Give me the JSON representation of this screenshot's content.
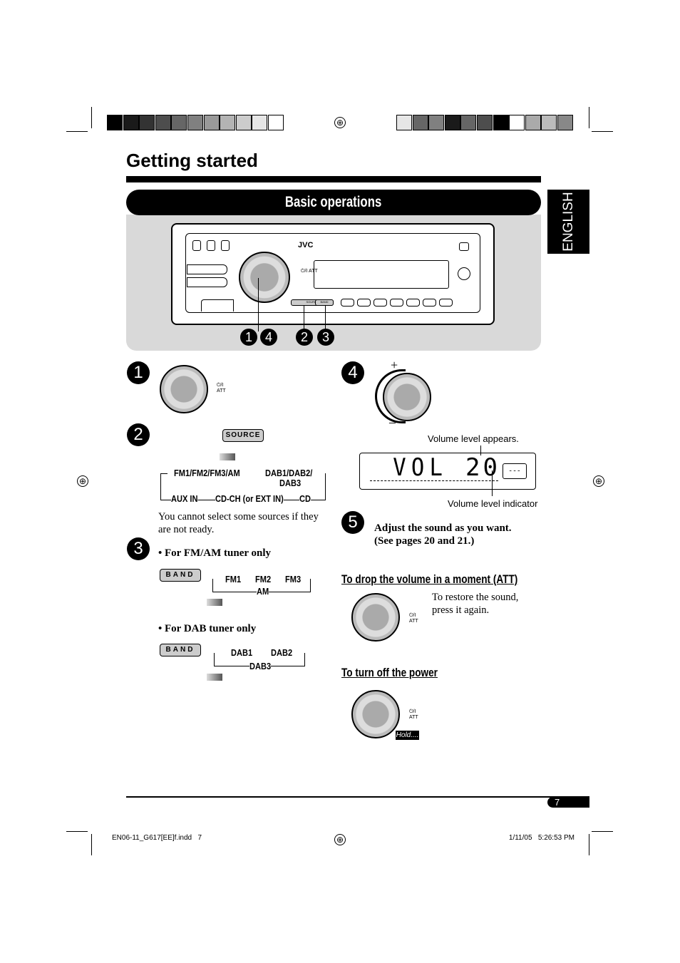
{
  "header": {
    "title": "Getting started",
    "section": "Basic operations",
    "language_tab": "ENGLISH"
  },
  "colors": {
    "swatches_left": [
      "#000000",
      "#1a1a1a",
      "#333333",
      "#4d4d4d",
      "#666666",
      "#808080",
      "#999999",
      "#b3b3b3",
      "#cccccc",
      "#e6e6e6",
      "#ffffff"
    ],
    "swatches_right": [
      "#e6e6e6",
      "#666666",
      "#808080",
      "#1a1a1a",
      "#666666",
      "#4d4d4d",
      "#000000",
      "#ffffff",
      "#aaaaaa",
      "#bbbbbb",
      "#888888"
    ],
    "panel": "#d9d9d9"
  },
  "device": {
    "brand": "JVC",
    "source_label": "SOURCE",
    "band_label": "BAND",
    "power_label": "⏻/I ATT",
    "callouts": [
      "1",
      "4",
      "2",
      "3"
    ]
  },
  "steps": {
    "s1": {
      "number": "1",
      "knob_label_top": "⏻/I",
      "knob_label_bottom": "ATT"
    },
    "s2": {
      "number": "2",
      "button": "SOURCE",
      "flow": [
        "FM1/FM2/FM3/AM",
        "DAB1/DAB2/",
        "DAB3",
        "CD",
        "CD-CH (or EXT IN)",
        "AUX IN"
      ],
      "note": "You cannot select some sources if they are not ready."
    },
    "s3": {
      "number": "3",
      "fm_heading": "For FM/AM tuner only",
      "fm_button": "BAND",
      "fm_flow": [
        "FM1",
        "FM2",
        "FM3",
        "AM"
      ],
      "dab_heading": "For DAB tuner only",
      "dab_button": "BAND",
      "dab_flow": [
        "DAB1",
        "DAB2",
        "DAB3"
      ]
    },
    "s4": {
      "number": "4",
      "plus": "+",
      "minus": "–",
      "appears": "Volume level appears.",
      "display_text": "VOL",
      "display_value": "20",
      "indicator": "Volume level indicator"
    },
    "s5": {
      "number": "5",
      "text_line1": "Adjust the sound as you want.",
      "text_line2": "(See pages 20 and 21.)"
    }
  },
  "att": {
    "heading": "To drop the volume in a moment (ATT)",
    "note_line1": "To restore the sound,",
    "note_line2": "press it again.",
    "knob_label_top": "⏻/I",
    "knob_label_bottom": "ATT"
  },
  "power": {
    "heading": "To turn off the power",
    "hold": "Hold....",
    "knob_label_top": "⏻/I",
    "knob_label_bottom": "ATT"
  },
  "footer": {
    "page": "7",
    "file": "EN06-11_G617[EE]f.indd   7",
    "timestamp": "1/11/05   5:26:53 PM"
  }
}
